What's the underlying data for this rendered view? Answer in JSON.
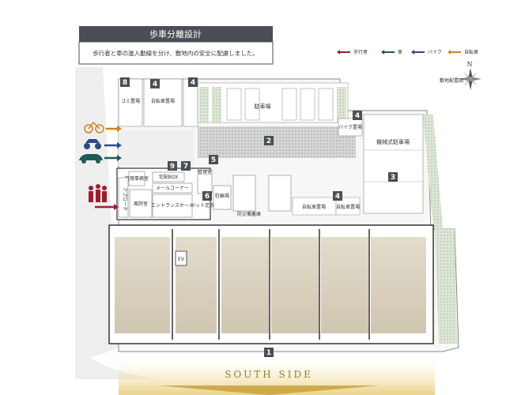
{
  "header": {
    "title": "歩車分離設計",
    "subtitle": "歩行者と車の進入動線を分け、敷地内の安全に配慮しました。"
  },
  "legend": {
    "items": [
      {
        "label": "歩行者",
        "color": "#a01c2c"
      },
      {
        "label": "車",
        "color": "#1d5a5a"
      },
      {
        "label": "バイク",
        "color": "#2b4a8a"
      },
      {
        "label": "自転車",
        "color": "#d4821e"
      }
    ]
  },
  "compass": {
    "label": "N"
  },
  "site_plan_label": "敷地配置図",
  "numbers": [
    "1",
    "2",
    "3",
    "4",
    "5",
    "6",
    "7",
    "8",
    "9"
  ],
  "rooms": {
    "bicycle_parking": "自転車置場",
    "parking": "駐車場",
    "bike_parking": "バイク置場",
    "garbage": "ゴミ置場",
    "mechanical_parking": "機械式駐車場",
    "management_office": "管理事務室",
    "delivery_box": "宅配BOX",
    "mail_corner": "メールコーナー",
    "approach": "アプローチ",
    "windbreak": "風除室",
    "entrance_hall": "エントランスホール",
    "management_room": "管理室",
    "pet_washing": "ペット足洗い場",
    "bicycle_rack": "駐輪場",
    "disaster_storage": "防災備蓄庫",
    "ev": "EV"
  },
  "footer": {
    "south_label": "SOUTH SIDE"
  },
  "colors": {
    "header_bg": "#4a4f55",
    "road": "#e8e8e8",
    "building": "#c9c4b8",
    "unit_fill": "#d9d2c1",
    "green": "#dbe5d4",
    "marker": "#4a4f55",
    "gold": "#c9a441"
  }
}
